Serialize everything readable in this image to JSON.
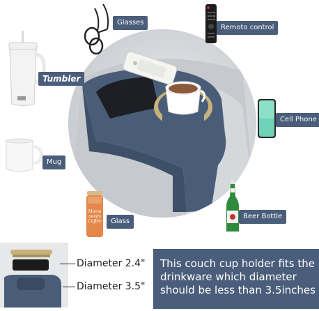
{
  "labels": {
    "glasses": "Glasses",
    "remote": "Remoto control",
    "tumbler": "Tumbler",
    "cell_phone": "Cell Phone",
    "mug": "Mug",
    "glass": "Glass",
    "beer_bottle": "Beer Bottle"
  },
  "glass_jar_text": "Mama needs Coffee",
  "dimensions": {
    "top": "Diameter 2.4\"",
    "bottom": "Diameter 3.5\""
  },
  "note_lines": [
    "This couch cup holder fits the",
    "drinkware which diameter",
    "should be less than 3.5inches"
  ],
  "colors": {
    "tag_bg": "#4a5d7a",
    "holder": "#4a5d78",
    "sofa": "#cfd2d6",
    "panel": "#4a5d7a"
  }
}
